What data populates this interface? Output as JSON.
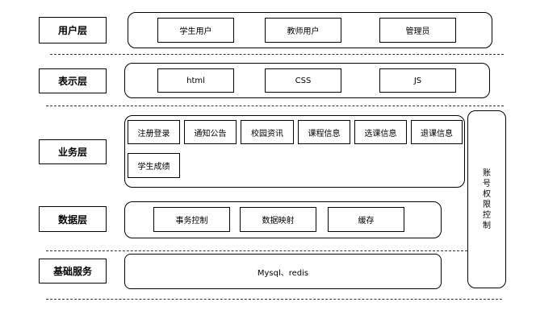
{
  "layers": {
    "user": {
      "label": "用户层",
      "items": [
        "学生用户",
        "教师用户",
        "管理员"
      ]
    },
    "presentation": {
      "label": "表示层",
      "items": [
        "html",
        "CSS",
        "JS"
      ]
    },
    "business": {
      "label": "业务层",
      "items": [
        "注册登录",
        "通知公告",
        "校园资讯",
        "课程信息",
        "选课信息",
        "退课信息",
        "学生成绩"
      ]
    },
    "data": {
      "label": "数据层",
      "items": [
        "事务控制",
        "数据映射",
        "缓存"
      ]
    },
    "base": {
      "label": "基础服务",
      "items": [
        "Mysql、redis"
      ]
    }
  },
  "side_panel": {
    "chars": [
      "账",
      "号",
      "权",
      "限",
      "控",
      "制"
    ]
  }
}
